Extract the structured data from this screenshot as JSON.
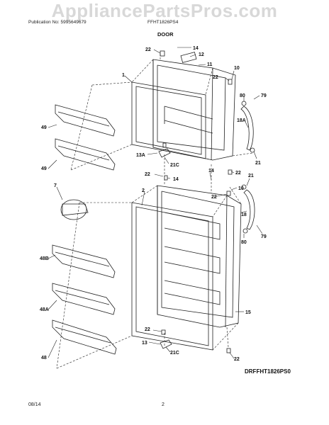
{
  "header": {
    "watermark": "AppliancePartsPros.com",
    "publication_no": "Publication No: 5995649679",
    "model": "FFHT1826PS4",
    "section_title": "DOOR"
  },
  "footer": {
    "date": "08/14",
    "page": "2",
    "diagram_id": "DRFFHT1826PS0"
  },
  "callouts": {
    "c22_top": "22",
    "c14_top": "14",
    "c12": "12",
    "c11": "11",
    "c10_top": "10",
    "c22_right_top": "22",
    "c80_top": "80",
    "c79_top": "79",
    "c18A": "18A",
    "c21_top": "21",
    "c1": "1",
    "c49_a": "49",
    "c49_b": "49",
    "c13A": "13A",
    "c21C_top": "21C",
    "c22_mid_left": "22",
    "c14_mid_left": "14",
    "c14_mid": "14",
    "c22_mid_right": "22",
    "c21_mid": "21",
    "c22_mid": "22",
    "c10_mid": "10",
    "c18": "18",
    "c80_bot": "80",
    "c79_bot": "79",
    "c2": "2",
    "c7": "7",
    "c48B": "48B",
    "c48A": "48A",
    "c48": "48",
    "c15": "15",
    "c22_low_left": "22",
    "c13": "13",
    "c21C_bot": "21C",
    "c22_bot": "22"
  }
}
